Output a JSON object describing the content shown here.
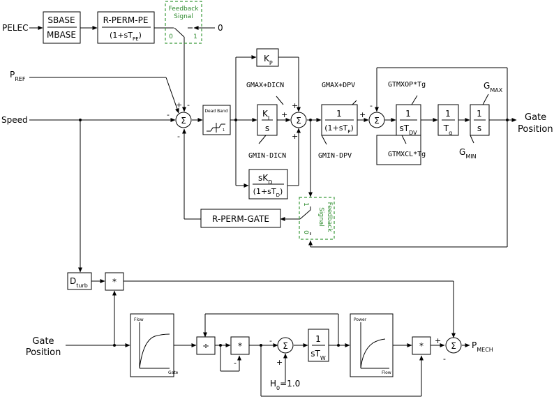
{
  "signals": {
    "pelec": "PELEC",
    "zero": "0",
    "pref_sub": "REF",
    "speed": "Speed",
    "gate": "Gate",
    "position": "Position",
    "h0_sub": "0",
    "h0_value": "=1.0",
    "pmech_sub": "MECH"
  },
  "blocks": {
    "sbase": "SBASE",
    "mbase": "MBASE",
    "r_perm_pe": "R-PERM-PE",
    "tpe_sub": "PE",
    "dead_band": "Dead Band",
    "db_tick": "1",
    "kp_sub": "P",
    "ki_sub": "I",
    "kd_sub": "D",
    "s": "s",
    "one": "1",
    "tp_sub": "P",
    "tdv_sub": "DV",
    "tg_sub": "g",
    "r_perm_gate": "R-PERM-GATE",
    "turb_sub": "turb",
    "tw_sub": "W",
    "flow": "Flow",
    "gate_axis": "Gate",
    "power": "Power"
  },
  "limits": {
    "gmax_dicn": "GMAX+DICN",
    "gmin_dicn": "GMIN-DICN",
    "gmax_dpv": "GMAX+DPV",
    "gmin_dpv": "GMIN-DPV",
    "gtmxop": "GTMXOP*Tg",
    "gtmxcl": "GTMXCL*Tg",
    "max_sub": "MAX",
    "min_sub": "MIN"
  },
  "switches": {
    "feedback_line1": "Feedback",
    "feedback_line2": "Signal",
    "pos0": "0",
    "pos1": "1"
  },
  "symbols": {
    "sigma": "Σ",
    "plus": "+",
    "minus": "-",
    "times": "*",
    "divide": "÷"
  }
}
